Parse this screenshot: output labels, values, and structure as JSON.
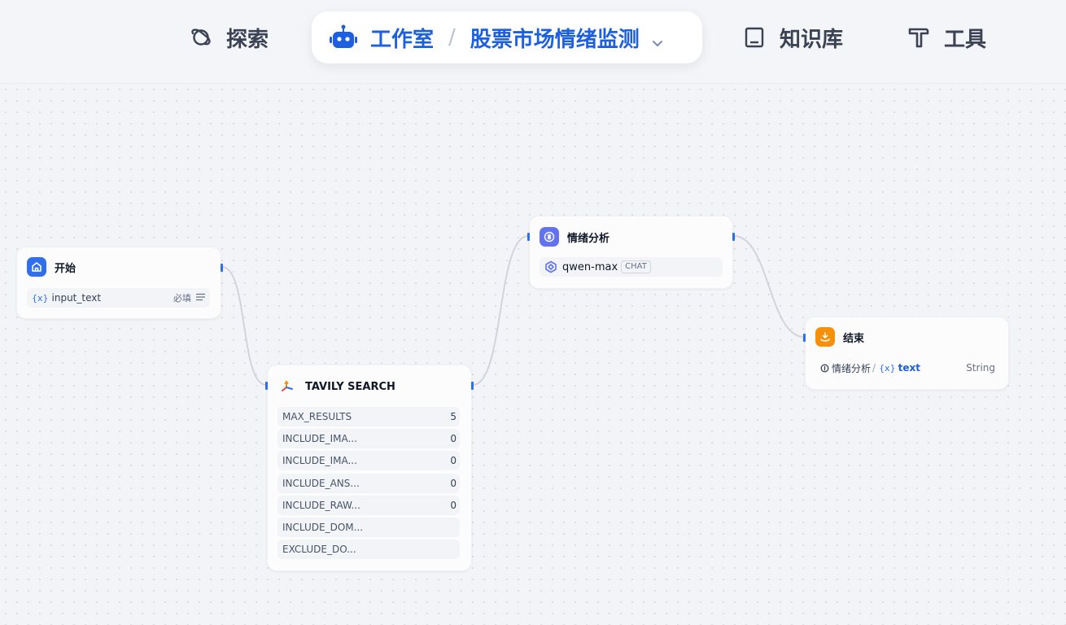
{
  "header": {
    "nav": {
      "explore": "探索",
      "studio": "工作室",
      "separator": "/",
      "app_name": "股票市场情绪监测",
      "knowledge": "知识库",
      "tools": "工具"
    }
  },
  "colors": {
    "accent": "#1c5fe0",
    "start_icon_bg": "#2f6fed",
    "llm_icon_bg": "#6172f3",
    "end_icon_bg": "#f79009",
    "edge": "#d0d5dd",
    "handle": "#2f6fed"
  },
  "nodes": {
    "start": {
      "title": "开始",
      "icon": "home-icon",
      "variable": {
        "mark": "{x}",
        "name": "input_text",
        "required": "必填"
      }
    },
    "tavily": {
      "title": "TAVILY SEARCH",
      "icon": "tavily-icon",
      "params": [
        {
          "name": "MAX_RESULTS",
          "value": "5"
        },
        {
          "name": "INCLUDE_IMA...",
          "value": "0"
        },
        {
          "name": "INCLUDE_IMA...",
          "value": "0"
        },
        {
          "name": "INCLUDE_ANS...",
          "value": "0"
        },
        {
          "name": "INCLUDE_RAW...",
          "value": "0"
        },
        {
          "name": "INCLUDE_DOM...",
          "value": ""
        },
        {
          "name": "EXCLUDE_DO...",
          "value": ""
        }
      ]
    },
    "llm": {
      "title": "情绪分析",
      "icon": "llm-icon",
      "model": "qwen-max",
      "mode": "CHAT"
    },
    "end": {
      "title": "结束",
      "icon": "end-icon",
      "output": {
        "source": "情绪分析",
        "slash": "/",
        "mark": "{x}",
        "var": "text",
        "type": "String"
      }
    }
  }
}
